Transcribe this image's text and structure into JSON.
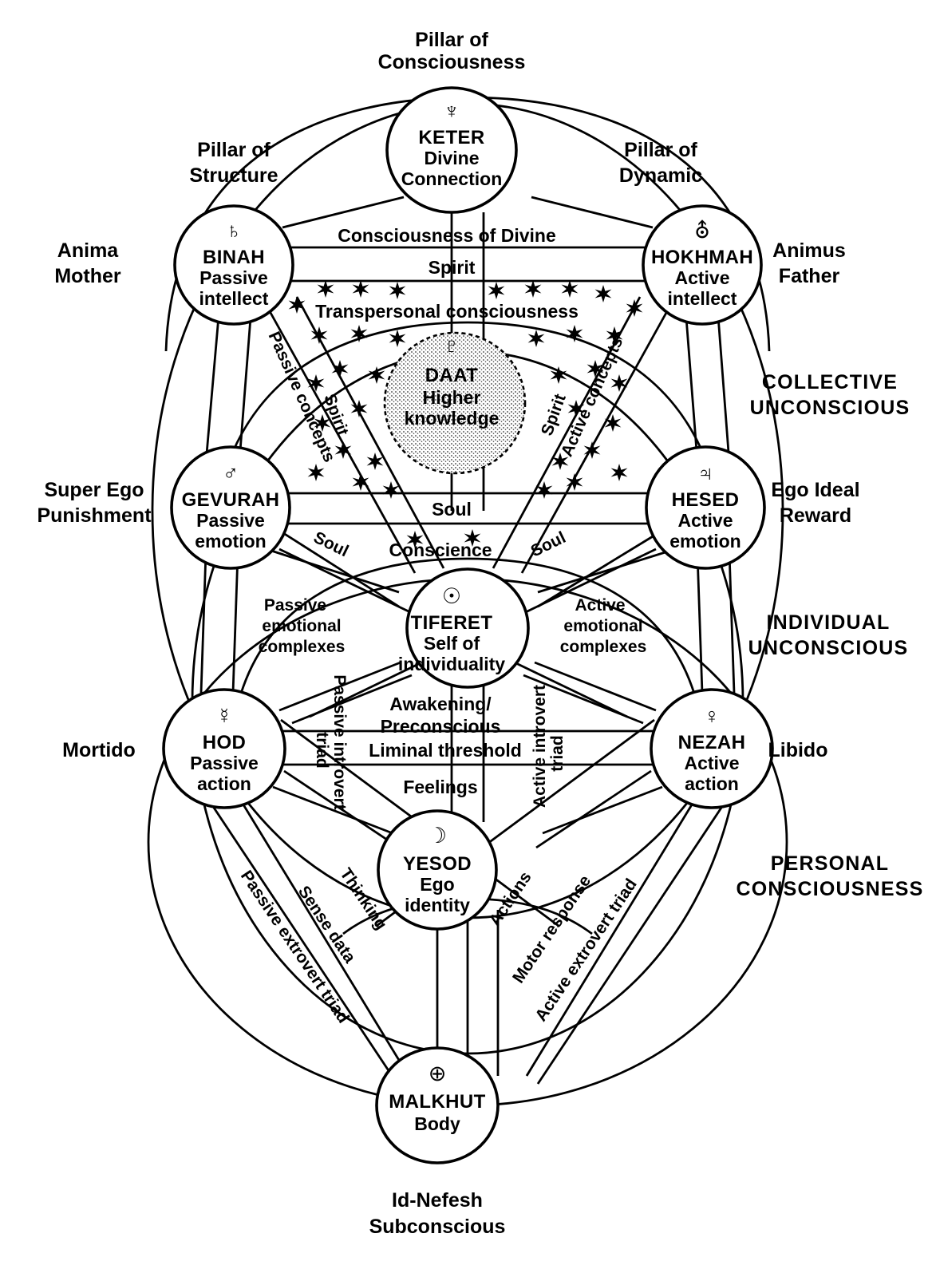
{
  "diagram": {
    "title_top": [
      "Pillar of",
      "Consciousness"
    ],
    "title_bottom": [
      "Id-Nefesh",
      "Subconscious"
    ]
  },
  "pillars": {
    "left": [
      "Pillar of",
      "Structure"
    ],
    "center": [
      "Pillar of",
      "Consciousness"
    ],
    "right": [
      "Pillar of",
      "Dynamic"
    ]
  },
  "sephirot": [
    {
      "id": "keter",
      "glyph": "♆",
      "glyph_name": "neptune-symbol",
      "name": "KETER",
      "sub1": "Divine",
      "sub2": "Connection"
    },
    {
      "id": "binah",
      "glyph": "♄",
      "glyph_name": "saturn-symbol",
      "name": "BINAH",
      "sub1": "Passive",
      "sub2": "intellect"
    },
    {
      "id": "hokhmah",
      "glyph": "⛢",
      "glyph_name": "uranus-symbol",
      "name": "HOKHMAH",
      "sub1": "Active",
      "sub2": "intellect"
    },
    {
      "id": "daat",
      "glyph": "♇",
      "glyph_name": "pluto-symbol",
      "name": "DAAT",
      "sub1": "Higher",
      "sub2": "knowledge"
    },
    {
      "id": "gevurah",
      "glyph": "♂",
      "glyph_name": "mars-symbol",
      "name": "GEVURAH",
      "sub1": "Passive",
      "sub2": "emotion"
    },
    {
      "id": "hesed",
      "glyph": "♃",
      "glyph_name": "jupiter-symbol",
      "name": "HESED",
      "sub1": "Active",
      "sub2": "emotion"
    },
    {
      "id": "tiferet",
      "glyph": "☉",
      "glyph_name": "sun-symbol",
      "name": "TIFERET",
      "sub1": "Self of",
      "sub2": "individuality"
    },
    {
      "id": "hod",
      "glyph": "☿",
      "glyph_name": "mercury-symbol",
      "name": "HOD",
      "sub1": "Passive",
      "sub2": "action"
    },
    {
      "id": "nezah",
      "glyph": "♀",
      "glyph_name": "venus-symbol",
      "name": "NEZAH",
      "sub1": "Active",
      "sub2": "action"
    },
    {
      "id": "yesod",
      "glyph": "☽",
      "glyph_name": "moon-symbol",
      "name": "YESOD",
      "sub1": "Ego",
      "sub2": "identity"
    },
    {
      "id": "malkhut",
      "glyph": "⊕",
      "glyph_name": "earth-symbol",
      "name": "MALKHUT",
      "sub1": "Body",
      "sub2": ""
    }
  ],
  "side_labels_left": [
    {
      "id": "anima",
      "lines": [
        "Anima",
        "Mother"
      ]
    },
    {
      "id": "superego",
      "lines": [
        "Super Ego",
        "Punishment"
      ]
    },
    {
      "id": "mortido",
      "lines": [
        "Mortido"
      ]
    }
  ],
  "side_labels_right": [
    {
      "id": "animus",
      "lines": [
        "Animus",
        "Father"
      ]
    },
    {
      "id": "collective",
      "lines": [
        "COLLECTIVE",
        "UNCONSCIOUS"
      ],
      "caps": true
    },
    {
      "id": "egoideal",
      "lines": [
        "Ego Ideal",
        "Reward"
      ]
    },
    {
      "id": "individual",
      "lines": [
        "INDIVIDUAL",
        "UNCONSCIOUS"
      ],
      "caps": true
    },
    {
      "id": "libido",
      "lines": [
        "Libido"
      ]
    },
    {
      "id": "personal",
      "lines": [
        "PERSONAL",
        "CONSCIOUSNESS"
      ],
      "caps": true
    }
  ],
  "bands": [
    {
      "id": "consciousness-of-divine",
      "text": "Consciousness of Divine"
    },
    {
      "id": "spirit-band",
      "text": "Spirit"
    },
    {
      "id": "transpersonal",
      "text": "Transpersonal consciousness"
    },
    {
      "id": "soul-band",
      "text": "Soul"
    },
    {
      "id": "conscience",
      "text": "Conscience"
    },
    {
      "id": "awakening-1",
      "text": "Awakening/"
    },
    {
      "id": "awakening-2",
      "text": "Preconscious"
    },
    {
      "id": "liminal",
      "text": "Liminal threshold"
    },
    {
      "id": "feelings",
      "text": "Feelings"
    }
  ],
  "path_labels": [
    {
      "id": "passive-concepts",
      "text": "Passive concepts"
    },
    {
      "id": "spirit-left",
      "text": "Spirit"
    },
    {
      "id": "spirit-right",
      "text": "Spirit"
    },
    {
      "id": "active-concepts",
      "text": "Active concepts"
    },
    {
      "id": "soul-left",
      "text": "Soul"
    },
    {
      "id": "soul-right",
      "text": "Soul"
    },
    {
      "id": "passive-emotional-1",
      "text": "Passive"
    },
    {
      "id": "passive-emotional-2",
      "text": "emotional"
    },
    {
      "id": "passive-emotional-3",
      "text": "complexes"
    },
    {
      "id": "active-emotional-1",
      "text": "Active"
    },
    {
      "id": "active-emotional-2",
      "text": "emotional"
    },
    {
      "id": "active-emotional-3",
      "text": "complexes"
    },
    {
      "id": "passive-introvert",
      "text": "Passive introvert"
    },
    {
      "id": "passive-introvert-2",
      "text": "triad"
    },
    {
      "id": "active-introvert",
      "text": "Active introvert"
    },
    {
      "id": "active-introvert-2",
      "text": "triad"
    },
    {
      "id": "thinking",
      "text": "Thinking"
    },
    {
      "id": "sense-data",
      "text": "Sense data"
    },
    {
      "id": "passive-extrovert",
      "text": "Passive extrovert triad"
    },
    {
      "id": "actions",
      "text": "Actions"
    },
    {
      "id": "motor-response",
      "text": "Motor response"
    },
    {
      "id": "active-extrovert",
      "text": "Active extrovert triad"
    }
  ]
}
